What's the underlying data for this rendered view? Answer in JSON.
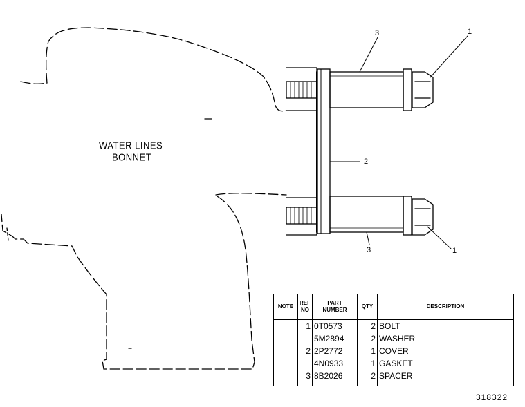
{
  "diagram": {
    "component_label": [
      "WATER LINES",
      "BONNET"
    ],
    "callouts": [
      "1",
      "2",
      "3",
      "3",
      "1"
    ]
  },
  "parts_table": {
    "headers": {
      "note": "NOTE",
      "ref_no": [
        "REF",
        "NO"
      ],
      "part_number": [
        "PART",
        "NUMBER"
      ],
      "qty": "QTY",
      "description": "DESCRIPTION"
    },
    "rows": [
      {
        "note": "",
        "ref_no": "1",
        "part_number": "0T0573",
        "qty": "2",
        "description": "BOLT"
      },
      {
        "note": "",
        "ref_no": "",
        "part_number": "5M2894",
        "qty": "2",
        "description": "WASHER"
      },
      {
        "note": "",
        "ref_no": "2",
        "part_number": "2P2772",
        "qty": "1",
        "description": "COVER"
      },
      {
        "note": "",
        "ref_no": "",
        "part_number": "4N0933",
        "qty": "1",
        "description": "GASKET"
      },
      {
        "note": "",
        "ref_no": "3",
        "part_number": "8B2026",
        "qty": "2",
        "description": "SPACER"
      }
    ]
  },
  "figure_number": "318322"
}
